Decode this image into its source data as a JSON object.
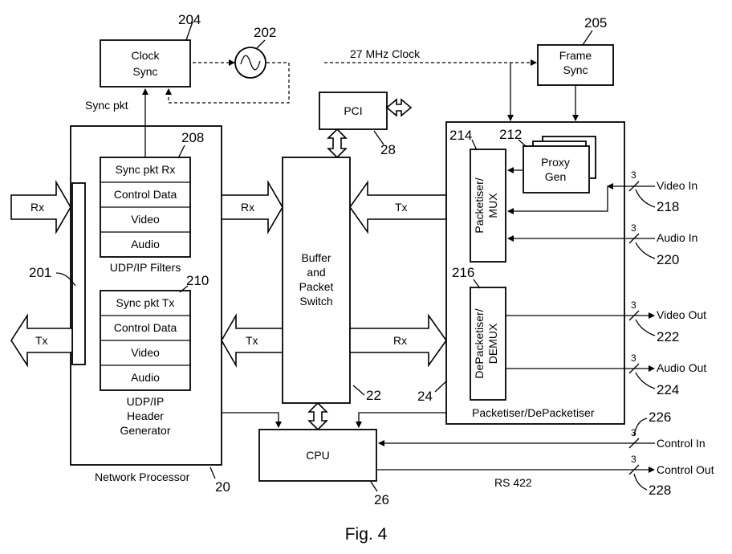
{
  "figure": {
    "caption": "Fig. 4"
  },
  "ref_numbers": {
    "n204": "204",
    "n202": "202",
    "n205": "205",
    "n208": "208",
    "n210": "210",
    "n201": "201",
    "n28": "28",
    "n214": "214",
    "n212": "212",
    "n216": "216",
    "n218": "218",
    "n220": "220",
    "n222": "222",
    "n224": "224",
    "n226": "226",
    "n228": "228",
    "n22": "22",
    "n24": "24",
    "n20": "20",
    "n26": "26"
  },
  "blocks": {
    "clock_sync": [
      "Clock",
      "Sync"
    ],
    "frame_sync": [
      "Frame",
      "Sync"
    ],
    "pci": "PCI",
    "proxy_gen": [
      "Proxy",
      "Gen"
    ],
    "packetiser_mux": [
      "Packetiser/",
      "MUX"
    ],
    "depacketiser_demux": [
      "DePacketiser/",
      "DEMUX"
    ],
    "buffer_switch": [
      "Buffer",
      "and",
      "Packet",
      "Switch"
    ],
    "cpu": "CPU",
    "network_processor": "Network Processor",
    "packetiser_depacketiser": "Packetiser/DePacketiser"
  },
  "filters_rx": [
    "Sync pkt Rx",
    "Control Data",
    "Video",
    "Audio"
  ],
  "filters_rx_caption": "UDP/IP Filters",
  "filters_tx": [
    "Sync pkt Tx",
    "Control Data",
    "Video",
    "Audio"
  ],
  "filters_tx_caption": [
    "UDP/IP",
    "Header",
    "Generator"
  ],
  "signals": {
    "sync_pkt": "Sync pkt",
    "clock_27": "27 MHz Clock",
    "rx": "Rx",
    "tx": "Tx",
    "video_in": "Video In",
    "audio_in": "Audio In",
    "video_out": "Video Out",
    "audio_out": "Audio Out",
    "control_in": "Control In",
    "control_out": "Control Out",
    "rs422": "RS 422",
    "bus_width": "3"
  }
}
